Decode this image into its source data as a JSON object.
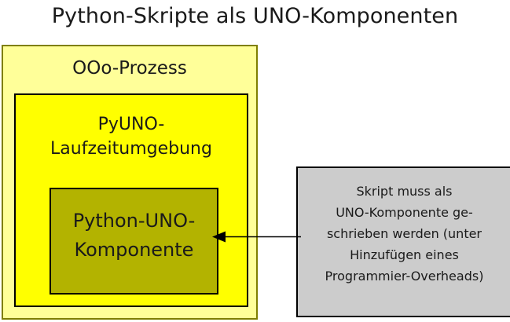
{
  "diagram": {
    "title": "Python-Skripte als UNO-Komponenten",
    "boxes": {
      "process": {
        "label": "OOo-Prozess",
        "fill": "#FFFF99",
        "border": "#7F7F00"
      },
      "runtime": {
        "label_line1": "PyUNO-",
        "label_line2": "Laufzeitumgebung",
        "fill": "#FFFF00",
        "border": "#000000"
      },
      "component": {
        "label_line1": "Python-UNO-",
        "label_line2": "Komponente",
        "fill": "#B3B300",
        "border": "#000000"
      },
      "note": {
        "lines": [
          "Skript muss als",
          "UNO-Komponente ge-",
          "schrieben werden (unter",
          "Hinzufügen eines",
          "Programmier-Overheads)"
        ],
        "fill": "#CCCCCC",
        "border": "#000000"
      }
    },
    "connector": {
      "name": "arrow-note-to-component",
      "direction": "left",
      "color": "#000000"
    }
  }
}
